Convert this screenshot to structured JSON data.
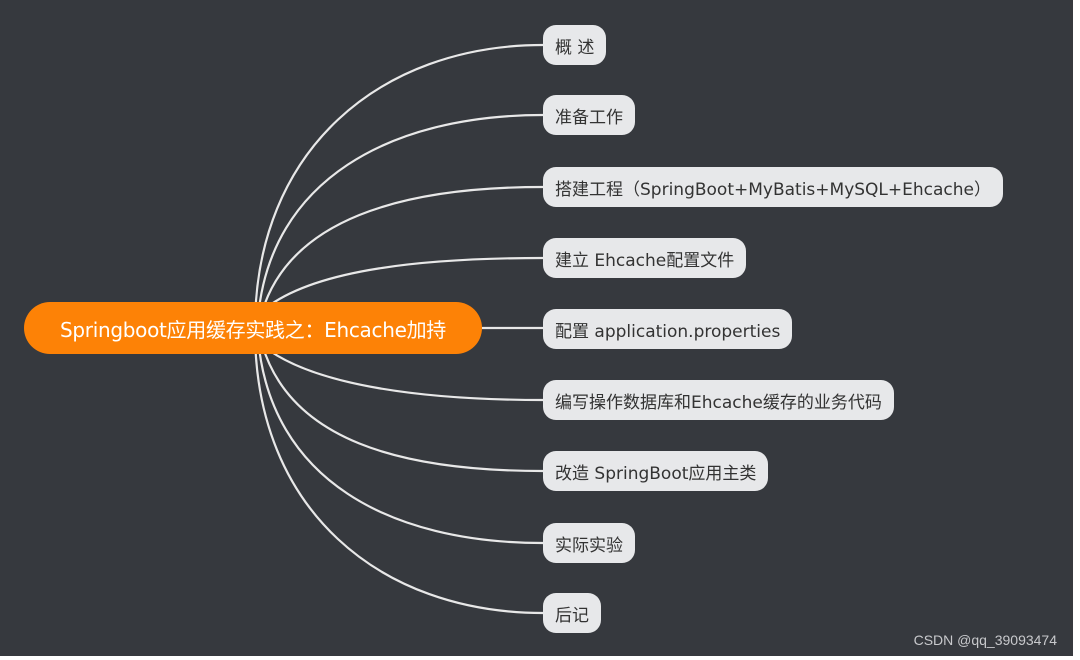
{
  "root": {
    "label": "Springboot应用缓存实践之：Ehcache加持",
    "color": "#fd8206"
  },
  "branches": [
    {
      "label": "概 述"
    },
    {
      "label": "准备工作"
    },
    {
      "label": "搭建工程（SpringBoot+MyBatis+MySQL+Ehcache）"
    },
    {
      "label": "建立 Ehcache配置文件"
    },
    {
      "label": "配置 application.properties"
    },
    {
      "label": "编写操作数据库和Ehcache缓存的业务代码"
    },
    {
      "label": "改造 SpringBoot应用主类"
    },
    {
      "label": "实际实验"
    },
    {
      "label": "后记"
    }
  ],
  "watermark": "CSDN @qq_39093474",
  "colors": {
    "background": "#36393e",
    "node": "#e7e8ea",
    "line": "#e8e8e8"
  }
}
